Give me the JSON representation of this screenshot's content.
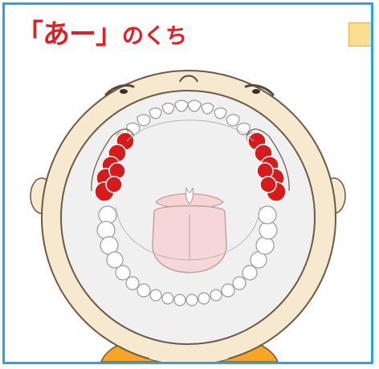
{
  "title": {
    "open_bracket": "「",
    "main": "あー",
    "close_bracket": "」",
    "suffix": "のくち",
    "color": "#e81c24"
  },
  "colors": {
    "frame_border": "#29a3e6",
    "face_fill": "#f7e8d0",
    "mouth_fill": "#f0f0f0",
    "tooth_highlight": "#d51b1b",
    "shirt": "#f6a623",
    "tab": "#fbde8f"
  },
  "illustration": {
    "subject": "open-mouth-diagram",
    "highlighted_teeth": "upper-back-molars-both-sides"
  }
}
